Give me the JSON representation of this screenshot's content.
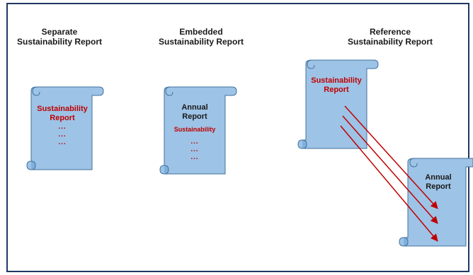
{
  "columns": [
    {
      "line1": "Separate",
      "line2": "Sustainability Report"
    },
    {
      "line1": "Embedded",
      "line2": "Sustainability Report"
    },
    {
      "line1": "Reference",
      "line2": "Sustainability Report"
    }
  ],
  "scroll_separate": {
    "title1": "Sustainability",
    "title2": "Report",
    "dots": [
      "...",
      "...",
      "..."
    ]
  },
  "scroll_embedded": {
    "title1": "Annual",
    "title2": "Report",
    "sub": "Sustainability",
    "dots": [
      "...",
      "...",
      "..."
    ]
  },
  "scroll_reference": {
    "title1": "Sustainability",
    "title2": "Report"
  },
  "scroll_annual": {
    "title1": "Annual",
    "title2": "Report"
  },
  "colors": {
    "scroll_fill": "#9dc3e6",
    "scroll_stroke": "#41719c",
    "red": "#c00000",
    "frame": "#1f3864"
  }
}
